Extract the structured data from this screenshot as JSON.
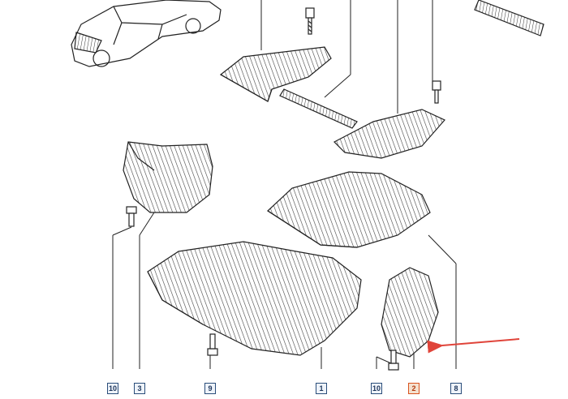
{
  "diagram": {
    "callouts": [
      {
        "id": "c10a",
        "label": "10"
      },
      {
        "id": "c3",
        "label": "3"
      },
      {
        "id": "c9",
        "label": "9"
      },
      {
        "id": "c1",
        "label": "1"
      },
      {
        "id": "c10b",
        "label": "10"
      },
      {
        "id": "c2",
        "label": "2",
        "highlighted": true
      },
      {
        "id": "c8",
        "label": "8"
      }
    ],
    "highlight_color": "#d9531e",
    "line_color": "#222222",
    "arrow_color": "#e0443a"
  }
}
